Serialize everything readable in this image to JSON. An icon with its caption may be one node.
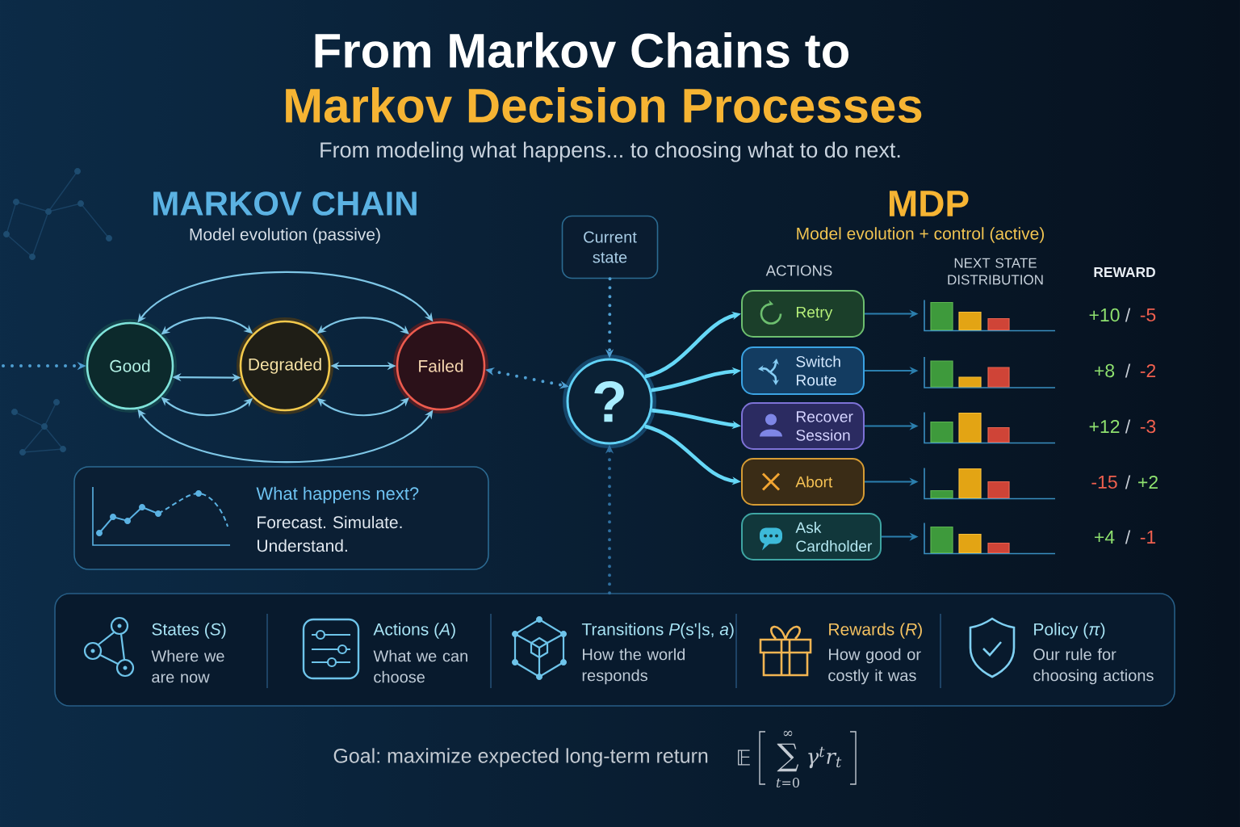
{
  "diagram": {
    "title": "From Markov Chains to",
    "nodes": [
      {
        "text": [
          "Good"
        ]
      },
      {
        "text": [
          "Degraded"
        ]
      },
      {
        "text": [
          "Failed"
        ]
      },
      {
        "text": [
          "Current state"
        ]
      },
      {
        "text": [
          "?"
        ]
      },
      {
        "text": [
          "Retry"
        ]
      },
      {
        "text": [
          "Switch Route"
        ]
      },
      {
        "text": [
          "Recover Session"
        ]
      },
      {
        "text": [
          "Abort"
        ]
      },
      {
        "text": [
          "Ask Cardholder"
        ]
      },
      {
        "text": [],
        "shape": "chart"
      },
      {
        "text": [],
        "shape": "chart"
      },
      {
        "text": [],
        "shape": "chart"
      },
      {
        "text": [],
        "shape": "chart"
      },
      {
        "text": [],
        "shape": "chart"
      },
      {
        "text": [
          "What happens next?",
          "Forecast. Simulate. Understand."
        ]
      },
      {
        "text": [],
        "shape": "box"
      },
      {
        "text": [
          "States (*S*)",
          "Where we are now"
        ],
        "in": 16
      },
      {
        "text": [
          "Actions (*A*)",
          "What we can choose"
        ],
        "in": 16
      },
      {
        "text": [
          "Transitions *P*(s'|s, *a*)",
          "How the world responds"
        ],
        "in": 16
      },
      {
        "text": [
          "Rewards (*R*)",
          "How good or costly it was"
        ],
        "in": 16
      },
      {
        "text": [
          "Policy (*π*)",
          "Our rule for choosing actions"
        ],
        "in": 16
      }
    ],
    "edges": [
      {
        "from": 0,
        "to": 1,
        "arrow": "both"
      },
      {
        "from": 0,
        "to": 1,
        "arrow": "both"
      },
      {
        "from": 0,
        "to": 1,
        "arrow": "both"
      },
      {
        "from": 1,
        "to": 2,
        "arrow": "both"
      },
      {
        "from": 1,
        "to": 2,
        "arrow": "both"
      },
      {
        "from": 1,
        "to": 2,
        "arrow": "both"
      },
      {
        "from": 0,
        "to": 2,
        "arrow": "both"
      },
      {
        "from": 0,
        "to": 2,
        "arrow": "both"
      },
      {
        "from": null,
        "to": 0,
        "arrow": "to",
        "style": "dashed",
        "color": "#4f9fd2"
      },
      {
        "from": 2,
        "to": 4,
        "arrow": "both",
        "style": "dashed",
        "color": "#4f9fd2"
      },
      {
        "from": 3,
        "to": 4,
        "arrow": "to",
        "style": "dashed",
        "color": "#4f9fd2"
      },
      {
        "from": 16,
        "to": 4,
        "arrow": "to",
        "style": "dashed",
        "color": "#2f6f9f"
      },
      {
        "from": 4,
        "to": 5,
        "arrow": "to",
        "style": "thick",
        "color": "#66d8f7"
      },
      {
        "from": 4,
        "to": 6,
        "arrow": "to",
        "style": "thick",
        "color": "#66d8f7"
      },
      {
        "from": 4,
        "to": 7,
        "arrow": "to",
        "style": "thick",
        "color": "#66d8f7"
      },
      {
        "from": 4,
        "to": 8,
        "arrow": "to",
        "style": "thick",
        "color": "#66d8f7"
      },
      {
        "from": 5,
        "to": 10,
        "arrow": "to",
        "color": "#2b7fae"
      },
      {
        "from": 6,
        "to": 11,
        "arrow": "to",
        "color": "#2b7fae"
      },
      {
        "from": 7,
        "to": 12,
        "arrow": "to",
        "color": "#2b7fae"
      },
      {
        "from": 8,
        "to": 13,
        "arrow": "to",
        "color": "#2b7fae"
      },
      {
        "from": 9,
        "to": 14,
        "arrow": "to",
        "color": "#2b7fae"
      }
    ],
    "labels": [
      "Markov Decision Processes",
      "From modeling what happens... to choosing what to do next.",
      "MARKOV CHAIN",
      "Model evolution (passive)",
      "MDP",
      "Model evolution + control (active)",
      "ACTIONS",
      "NEXT STATE DISTRIBUTION",
      "REWARD",
      "+10",
      "/",
      "-5",
      "+8",
      "/",
      "-2",
      "+12",
      "/",
      "-3",
      "-15",
      "/",
      "+2",
      "+4",
      "/",
      "-1",
      "Goal: maximize expected long-term return",
      "𝔼",
      "∞",
      "∑",
      "*t*=0",
      "γ$^{t}$r$_{t}$"
    ]
  }
}
